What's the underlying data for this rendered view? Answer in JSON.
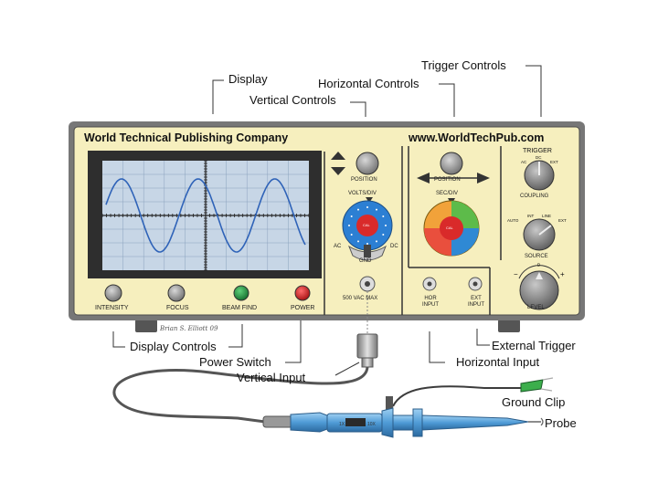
{
  "panel": {
    "brand": "World Technical Publishing Company",
    "url": "www.WorldTechPub.com",
    "signature": "Brian S. Elliott 09"
  },
  "display_controls": {
    "intensity": "INTENSITY",
    "focus": "FOCUS",
    "beam_find": "BEAM FIND",
    "power": "POWER"
  },
  "vertical": {
    "position": "POSITION",
    "volts_div": "VOLTS/DIV",
    "cal": "CAL",
    "ac": "AC",
    "dc": "DC",
    "gnd": "GND",
    "max_rating": "500 VAC MAX"
  },
  "horizontal": {
    "position": "POSITION",
    "sec_div": "SEC/DIV",
    "cal": "CAL",
    "hor_input": "HOR INPUT",
    "ext_input": "EXT INPUT"
  },
  "trigger": {
    "title": "TRIGGER",
    "coupling": "COUPLING",
    "coupling_opts": [
      "AC",
      "DC",
      "EXT"
    ],
    "source": "SOURCE",
    "source_opts": [
      "AUTO",
      "INT",
      "LINE",
      "EXT"
    ],
    "level": "LEVEL",
    "level_zero": "0",
    "minus": "−",
    "plus": "+"
  },
  "callouts": {
    "display": "Display",
    "vertical_controls": "Vertical Controls",
    "horizontal_controls": "Horizontal Controls",
    "trigger_controls": "Trigger Controls",
    "display_controls": "Display Controls",
    "power_switch": "Power Switch",
    "vertical_input": "Vertical Input",
    "external_trigger": "External Trigger",
    "horizontal_input": "Horizontal Input",
    "ground_clip": "Ground Clip",
    "probe": "Probe"
  },
  "colors": {
    "panel": "#f6efbe",
    "screen": "#c7d6e6",
    "trace": "#2f63b8",
    "dial_blue": "#2c7fd3",
    "cal_red": "#d92a2a",
    "knob_gray": "#8d8d8d",
    "beam_find_green": "#1e8a3c",
    "power_red": "#cc1f1f",
    "probe_blue": "#4f9bd6"
  }
}
